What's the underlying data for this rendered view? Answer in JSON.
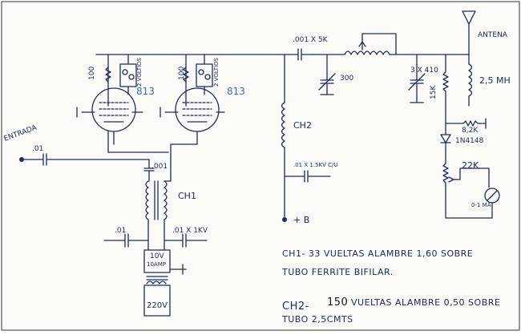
{
  "labels": {
    "entrada": "ENTRADA",
    "input_cap": ".01",
    "tube1_res": "100",
    "tube1_volt": "2 VOLTIOS",
    "tube1_type": "813",
    "tube2_res": "100",
    "tube2_volt": "2 VOLTIOS",
    "tube2_type": "813",
    "cap_001": ".001",
    "ch1": "CH1",
    "cap_01_left": ".01",
    "cap_01_right": ".01 X 1KV",
    "transformer_secondary": "10V",
    "transformer_current": "10AMP",
    "mains": "220V",
    "cap_top": ".001 X 5K",
    "var_cap_300": "300",
    "ch2": "CH2",
    "cap_15kv": ".01 X 1.5KV C/U",
    "plus_b": "+ B",
    "var_cap_3x410": "3 X 410",
    "res_15k": "15K",
    "antena": "ANTENA",
    "choke_25mh": "2,5 MH",
    "res_82k": "8,2K",
    "diode": "1N4148",
    "pot_22k": "22K",
    "meter": "0-1 MA"
  },
  "notes": {
    "ch1_line1": "CH1- 33 VUELTAS ALAMBRE 1,60 SOBRE",
    "ch1_line2": "TUBO FERRITE BIFILAR.",
    "ch2_prefix": "CH2-",
    "ch2_turns": "150",
    "ch2_line1_rest": "VUELTAS ALAMBRE 0,50 SOBRE",
    "ch2_line2": "TUBO 2,5CMTS"
  }
}
